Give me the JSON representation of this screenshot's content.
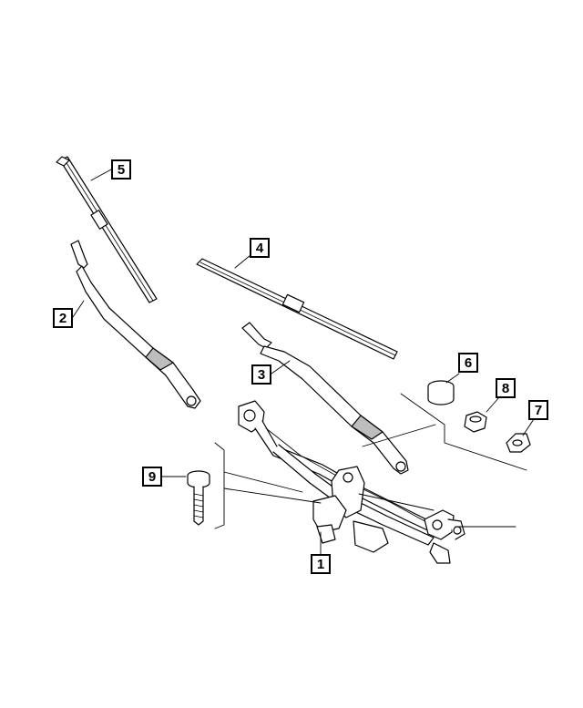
{
  "diagram": {
    "line_color": "#000000",
    "fill_color": "#ffffff",
    "shade_color": "#bdbdbd",
    "callouts": [
      {
        "id": "callout-5",
        "label": "5",
        "part": "wiper-blade-left"
      },
      {
        "id": "callout-2",
        "label": "2",
        "part": "wiper-arm-left"
      },
      {
        "id": "callout-4",
        "label": "4",
        "part": "wiper-blade-right"
      },
      {
        "id": "callout-3",
        "label": "3",
        "part": "wiper-arm-right"
      },
      {
        "id": "callout-6",
        "label": "6",
        "part": "cap"
      },
      {
        "id": "callout-8",
        "label": "8",
        "part": "nut"
      },
      {
        "id": "callout-7",
        "label": "7",
        "part": "washer"
      },
      {
        "id": "callout-9",
        "label": "9",
        "part": "bolt"
      },
      {
        "id": "callout-1",
        "label": "1",
        "part": "wiper-linkage-and-motor"
      }
    ]
  }
}
